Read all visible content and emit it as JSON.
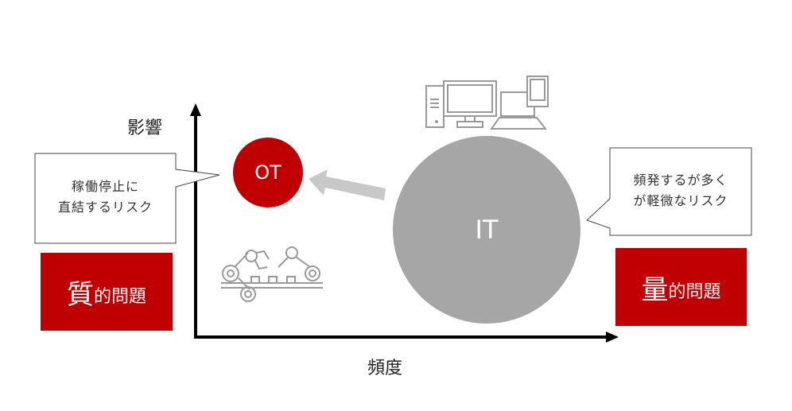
{
  "axes": {
    "y_label": "影響",
    "x_label": "頻度"
  },
  "nodes": {
    "ot": {
      "label": "OT",
      "color": "#c00000"
    },
    "it": {
      "label": "IT",
      "color": "#a6a6a6"
    }
  },
  "callouts": {
    "left": {
      "line1": "稼働停止に",
      "line2": "直結するリスク"
    },
    "right": {
      "line1": "頻発するが多く",
      "line2": "が軽微なリスク"
    }
  },
  "badges": {
    "left": {
      "big": "質",
      "rest": "的問題"
    },
    "right": {
      "big": "量",
      "rest": "的問題"
    }
  },
  "icons": [
    "computer-devices-icon",
    "factory-robot-arm-icon"
  ]
}
